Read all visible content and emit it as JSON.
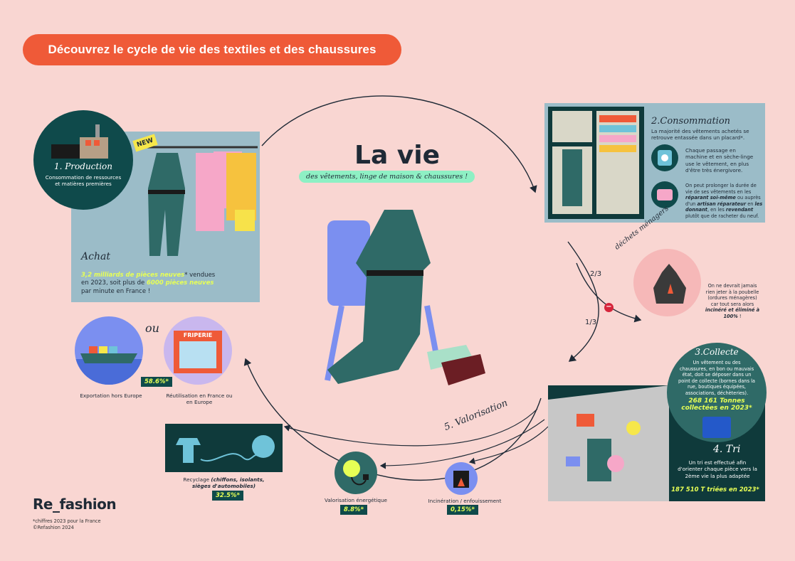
{
  "header": {
    "title": "Découvrez le cycle de vie des textiles et des chaussures"
  },
  "center": {
    "title": "La vie",
    "subtitle": "des vêtements, linge de maison & chaussures !"
  },
  "production": {
    "badge_new": "NEW",
    "title": "1. Production",
    "desc": "Consommation de ressources et matières premières",
    "achat_title": "Achat",
    "achat_part1": "3,2 milliards de pièces neuves",
    "achat_part2": "* vendues en 2023, soit plus de ",
    "achat_part3": "6000 pièces neuves",
    "achat_part4": " par minute en France !"
  },
  "consommation": {
    "title": "2.Consommation",
    "desc": "La majorité des vêtements achetés se retrouve entassée dans un placard*.",
    "item1": "Chaque passage en machine et en sèche-linge use le vêtement, en plus d'être très énergivore.",
    "item2_a": "On peut prolonger la durée de vie de ses vêtements en les ",
    "item2_b": "réparant soi-même",
    "item2_c": " ou auprès d'un ",
    "item2_d": "artisan réparateur",
    "item2_e": " en ",
    "item2_f": "les donnant",
    "item2_g": ", en les ",
    "item2_h": "revendant",
    "item2_i": " plutôt que de racheter du neuf."
  },
  "dechets": {
    "label": "déchets ménagers",
    "fraction_top": "2/3",
    "fraction_bottom": "1/3",
    "text_a": "On ne devrait jamais rien jeter à la poubelle (ordures ménagères) car tout sera alors ",
    "text_b": "incinéré et éliminé à 100%",
    "text_c": " !"
  },
  "collecte": {
    "title": "3.Collecte",
    "desc": "Un vêtement ou des chaussures, en bon ou mauvais état, doit se déposer dans un point de collecte (bornes dans la rue, boutiques équipées, associations, déchèteries).",
    "stat": "268 161 Tonnes collectées en 2023*"
  },
  "tri": {
    "title": "4. Tri",
    "desc": "Un tri est effectué afin d'orienter chaque pièce vers la 2ème vie la plus adaptée",
    "stat": "187 510 T triées en 2023*"
  },
  "valorisation": {
    "title": "5. Valorisation"
  },
  "outcomes": {
    "export": {
      "label": "Exportation hors Europe"
    },
    "or": "ou",
    "friperie_sign": "FRIPERIE",
    "reuse": {
      "label": "Réutilisation en France ou en Europe",
      "percent": "58.6%*"
    },
    "recycling": {
      "label_a": "Recyclage ",
      "label_b": "(chiffons, isolants, sièges d'automobiles)",
      "percent": "32.5%*"
    },
    "energy": {
      "label": "Valorisation énergétique",
      "percent": "8.8%*"
    },
    "incineration": {
      "label": "Incinération / enfouissement",
      "percent": "0,15%*"
    }
  },
  "footer": {
    "logo": "Re_fashion",
    "note1": "*chiffres 2023 pour la France",
    "note2": "©Refashion 2024"
  },
  "colors": {
    "background": "#f9d6d2",
    "accent": "#ef5a38",
    "panel": "#9bbcc8",
    "dark_green": "#0f4a4b",
    "highlight": "#e7ff55",
    "mint": "#8ef0c4"
  }
}
